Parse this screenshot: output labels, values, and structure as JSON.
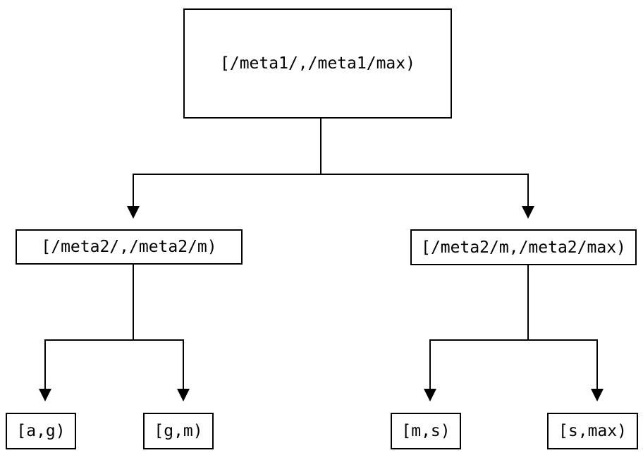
{
  "diagram": {
    "type": "tree",
    "nodes": {
      "root": "[/meta1/,/meta1/max)",
      "level1_left": "[/meta2/,/meta2/m)",
      "level1_right": "[/meta2/m,/meta2/max)",
      "leaf_1": "[a,g)",
      "leaf_2": "[g,m)",
      "leaf_3": "[m,s)",
      "leaf_4": "[s,max)"
    },
    "colors": {
      "background": "#ffffff",
      "node_border": "#000000",
      "connector": "#000000",
      "text": "#000000"
    }
  }
}
